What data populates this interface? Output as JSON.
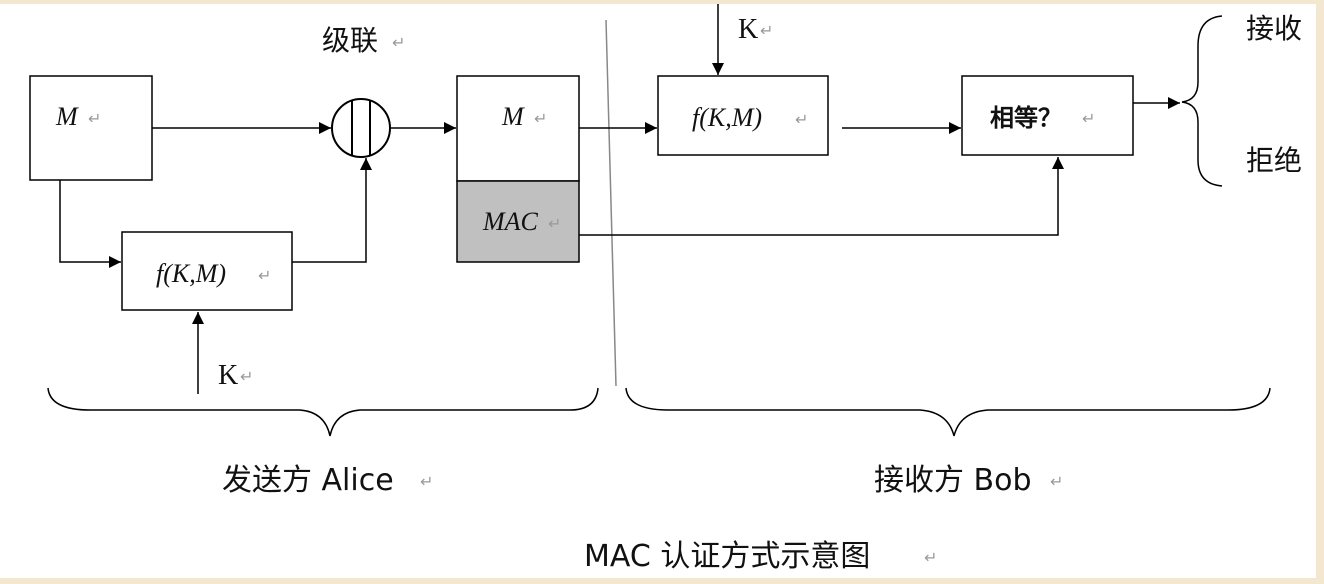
{
  "diagram": {
    "caption": "MAC 认证方式示意图",
    "concat_label": "级联",
    "sender": {
      "label": "发送方 Alice",
      "message_box": "M",
      "mac_function": "f(K,M)",
      "key": "K"
    },
    "transmitted": {
      "message": "M",
      "mac": "MAC"
    },
    "receiver": {
      "label": "接收方 Bob",
      "key": "K",
      "mac_function": "f(K,M)",
      "compare_box": "相等？",
      "accept": "接收",
      "reject": "拒绝"
    },
    "colors": {
      "mac_fill": "#c0c0c0",
      "frame_edge": "#f3e7cf",
      "line": "#000000"
    }
  }
}
